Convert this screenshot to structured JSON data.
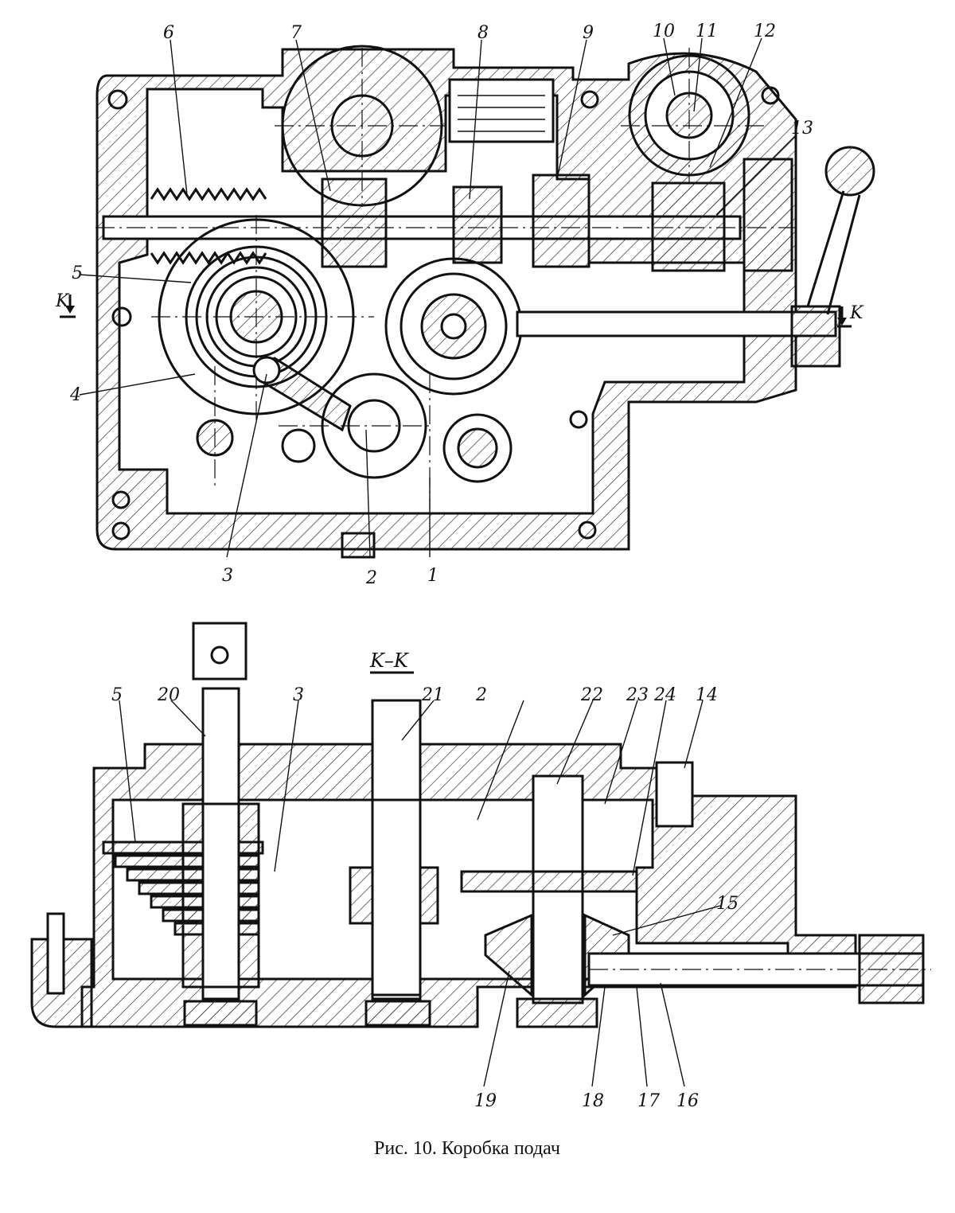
{
  "top_view": {
    "labels": [
      "1",
      "2",
      "3",
      "4",
      "5",
      "6",
      "7",
      "8",
      "9",
      "10",
      "11",
      "12",
      "13"
    ],
    "section_marks": [
      "K",
      "K"
    ]
  },
  "section_view": {
    "title": "K–K",
    "labels": [
      "2",
      "3",
      "5",
      "14",
      "15",
      "16",
      "17",
      "18",
      "19",
      "20",
      "21",
      "22",
      "23",
      "24"
    ]
  },
  "caption": "Рис. 10. Коробка подач"
}
